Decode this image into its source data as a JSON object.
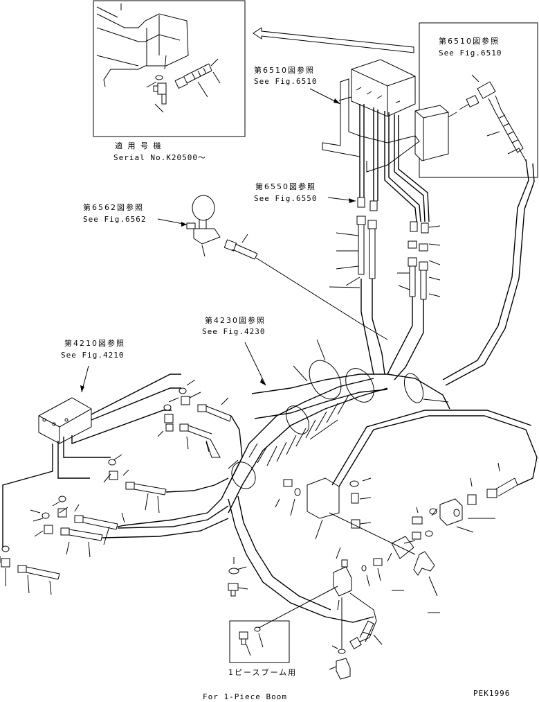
{
  "diagram": {
    "inset_top": {
      "title_jp": "適 用 号 機",
      "serial": "Serial No.K20500～"
    },
    "refs": [
      {
        "id": "fig6510_right_jp",
        "text": "第6510図参照"
      },
      {
        "id": "fig6510_right_en",
        "text": "See Fig.6510"
      },
      {
        "id": "fig6510_center_jp",
        "text": "第6510図参照"
      },
      {
        "id": "fig6510_center_en",
        "text": "See Fig.6510"
      },
      {
        "id": "fig6550_jp",
        "text": "第6550図参照"
      },
      {
        "id": "fig6550_en",
        "text": "See Fig.6550"
      },
      {
        "id": "fig6562_jp",
        "text": "第6562図参照"
      },
      {
        "id": "fig6562_en",
        "text": "See Fig.6562"
      },
      {
        "id": "fig4230_jp",
        "text": "第4230図参照"
      },
      {
        "id": "fig4230_en",
        "text": "See Fig.4230"
      },
      {
        "id": "fig4210_jp",
        "text": "第4210図参照"
      },
      {
        "id": "fig4210_en",
        "text": "See Fig.4210"
      }
    ],
    "inset_bottom": {
      "title_jp": "1ピースブーム用",
      "title_en": "For 1-Piece Boom"
    },
    "drawing_code": "PEK1996",
    "icons": [
      "direction-arrow-icon",
      "control-valve-icon",
      "joystick-icon",
      "hose-fitting-icon",
      "hose-clamp-icon"
    ]
  }
}
